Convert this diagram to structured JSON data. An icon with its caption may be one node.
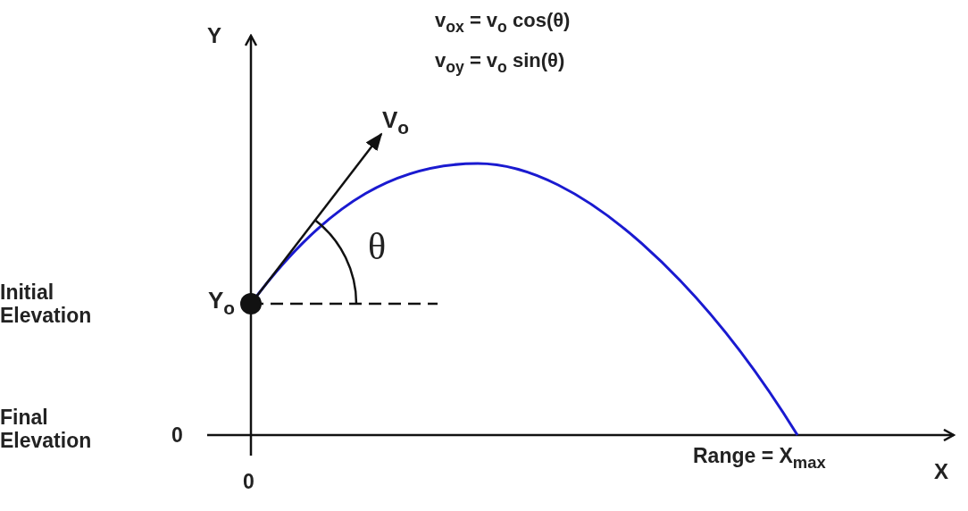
{
  "diagram": {
    "labels": [
      "Y",
      "v$_{ox}$ = v$_{o}$ cos(θ)",
      "v$_{oy}$ = v$_{o}$ sin(θ)",
      "V$_{o}$",
      "θ",
      "Initial Elevation",
      "Y$_{o}$",
      "Final Elevation",
      "0",
      "0",
      "Range = X$_{max}$",
      "X"
    ]
  }
}
